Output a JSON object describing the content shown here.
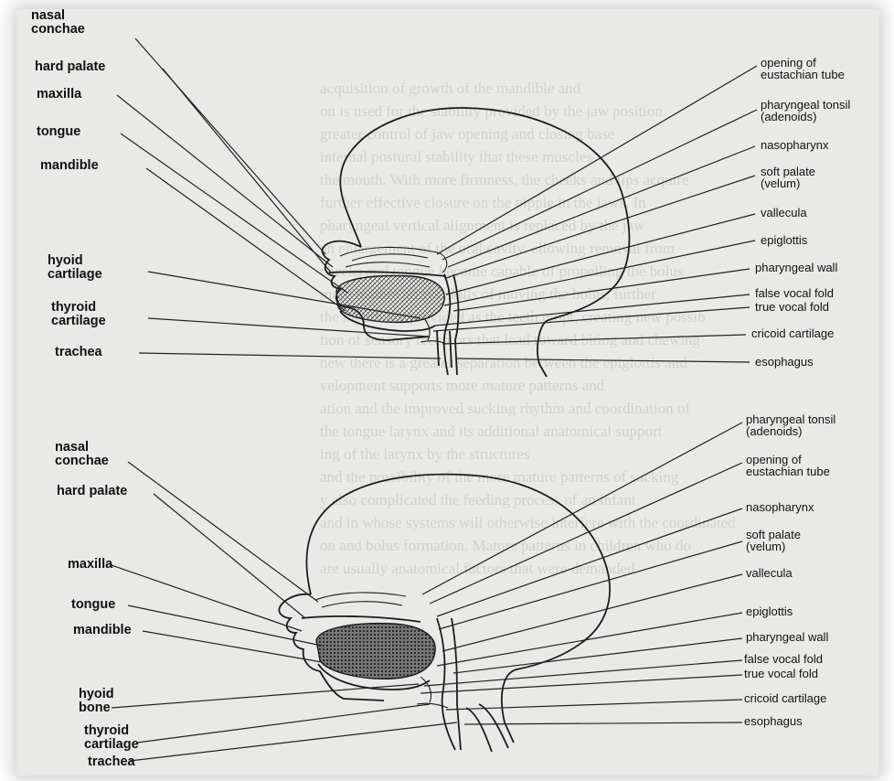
{
  "figure_top": {
    "left_labels": [
      {
        "id": "nasal-conchae",
        "text": "nasal\nconchae"
      },
      {
        "id": "hard-palate",
        "text": "hard palate"
      },
      {
        "id": "maxilla",
        "text": "maxilla"
      },
      {
        "id": "tongue",
        "text": "tongue"
      },
      {
        "id": "mandible",
        "text": "mandible"
      },
      {
        "id": "hyoid-cartilage",
        "text": "hyoid\ncartilage"
      },
      {
        "id": "thyroid-cartilage",
        "text": "thyroid\ncartilage"
      },
      {
        "id": "trachea",
        "text": "trachea"
      }
    ],
    "right_labels": [
      {
        "id": "opening-eustachian",
        "text": "opening of\neustachian tube"
      },
      {
        "id": "pharyngeal-tonsil",
        "text": "pharyngeal tonsil\n(adenoids)"
      },
      {
        "id": "nasopharynx",
        "text": "nasopharynx"
      },
      {
        "id": "soft-palate",
        "text": "soft palate\n(velum)"
      },
      {
        "id": "vallecula",
        "text": "vallecula"
      },
      {
        "id": "epiglottis",
        "text": "epiglottis"
      },
      {
        "id": "pharyngeal-wall",
        "text": "pharyngeal wall"
      },
      {
        "id": "false-vocal-fold",
        "text": "false vocal fold"
      },
      {
        "id": "true-vocal-fold",
        "text": "true vocal fold"
      },
      {
        "id": "cricoid-cartilage",
        "text": "cricoid cartilage"
      },
      {
        "id": "esophagus",
        "text": "esophagus"
      }
    ]
  },
  "figure_bottom": {
    "left_labels": [
      {
        "id": "nasal-conchae",
        "text": "nasal\nconchae"
      },
      {
        "id": "hard-palate",
        "text": "hard palate"
      },
      {
        "id": "maxilla",
        "text": "maxilla"
      },
      {
        "id": "tongue",
        "text": "tongue"
      },
      {
        "id": "mandible",
        "text": "mandible"
      },
      {
        "id": "hyoid-bone",
        "text": "hyoid\nbone"
      },
      {
        "id": "thyroid-cartilage",
        "text": "thyroid\ncartilage"
      },
      {
        "id": "trachea",
        "text": "trachea"
      }
    ],
    "right_labels": [
      {
        "id": "pharyngeal-tonsil",
        "text": "pharyngeal tonsil\n(adenoids)"
      },
      {
        "id": "opening-eustachian",
        "text": "opening of\neustachian tube"
      },
      {
        "id": "nasopharynx",
        "text": "nasopharynx"
      },
      {
        "id": "soft-palate",
        "text": "soft palate\n(velum)"
      },
      {
        "id": "vallecula",
        "text": "vallecula"
      },
      {
        "id": "epiglottis",
        "text": "epiglottis"
      },
      {
        "id": "pharyngeal-wall",
        "text": "pharyngeal wall"
      },
      {
        "id": "false-vocal-fold",
        "text": "false vocal fold"
      },
      {
        "id": "true-vocal-fold",
        "text": "true vocal fold"
      },
      {
        "id": "cricoid-cartilage",
        "text": "cricoid cartilage"
      },
      {
        "id": "esophagus",
        "text": "esophagus"
      }
    ]
  },
  "bleed_through_lines": [
    "acquisition of growth of the mandible and",
    "on is used for the stability provided by the jaw position",
    "greater control of jaw opening and closing base",
    "internal postural stability that these muscles",
    "the mouth. With more firmness, the cheeks and lips acquire",
    "further effective closure on the nipple in the jaws. In",
    "pharyngeal vertical alignment is replaced by the jaw",
    "an enlargement of the oral cavity, allowing removal from",
    "cheeks and tongue become capable of propelling the bolus",
    "more mature arrays skills of moving the bolus, further",
    "the mouth are provided as the teeth erupt, creating new possib",
    "tion of sensory receptors that lead toward biting and chewing",
    "new there is a greater separation between the epiglottis and",
    "velopment supports more mature patterns and",
    "ation and the improved sucking rhythm and coordination of",
    "the tongue larynx and its additional anatomical support",
    "ing of the larynx by the structures",
    "and the possibility of the more mature patterns of sucking",
    "y also complicated the feeding process of an infant",
    "and in whose systems will otherwise interfere with the coordinated",
    "on and bolus formation. Mature patterns in children who do",
    "are usually anatomical factors that were demanded"
  ]
}
